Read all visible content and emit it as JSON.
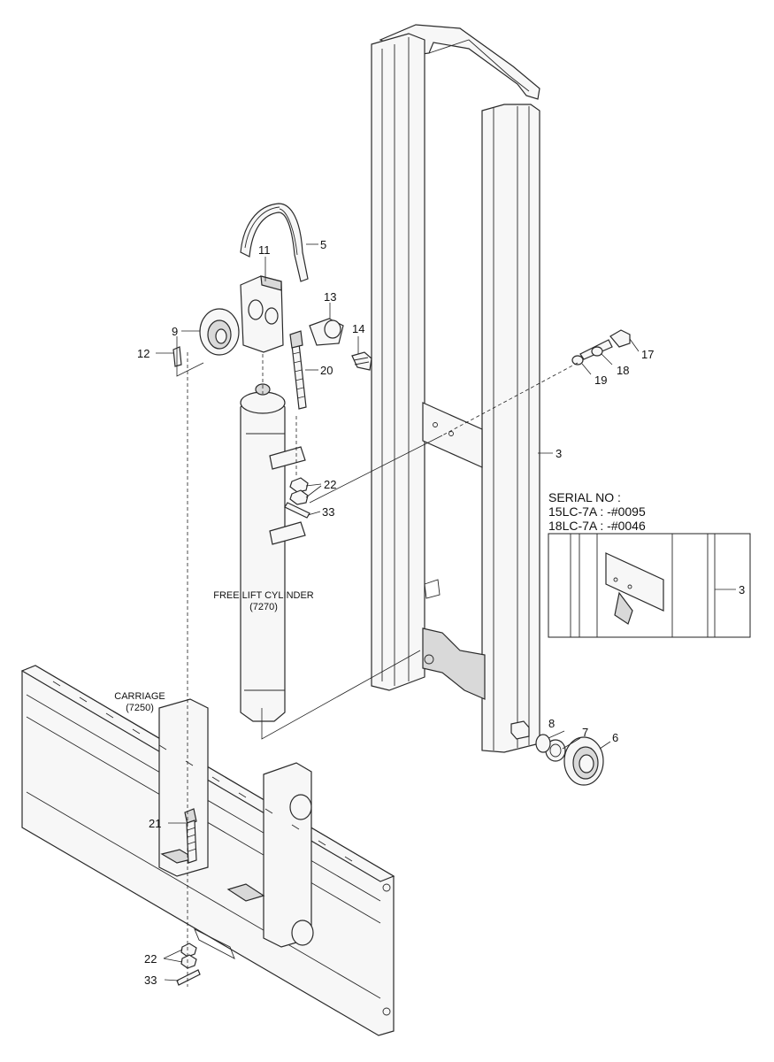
{
  "callouts": {
    "n5": "5",
    "n11": "11",
    "n13": "13",
    "n9": "9",
    "n14": "14",
    "n12": "12",
    "n20": "20",
    "n17": "17",
    "n18": "18",
    "n19": "19",
    "n3a": "3",
    "n22a": "22",
    "n33a": "33",
    "n3b": "3",
    "n8": "8",
    "n7": "7",
    "n6": "6",
    "n21": "21",
    "n22b": "22",
    "n33b": "33"
  },
  "labels": {
    "cylinder_name": "FREE LIFT CYLINDER",
    "cylinder_code": "(7270)",
    "carriage_name": "CARRIAGE",
    "carriage_code": "(7250)"
  },
  "serial_box": {
    "title": "SERIAL NO :",
    "line1": "15LC-7A : -#0095",
    "line2": "18LC-7A : -#0046"
  }
}
